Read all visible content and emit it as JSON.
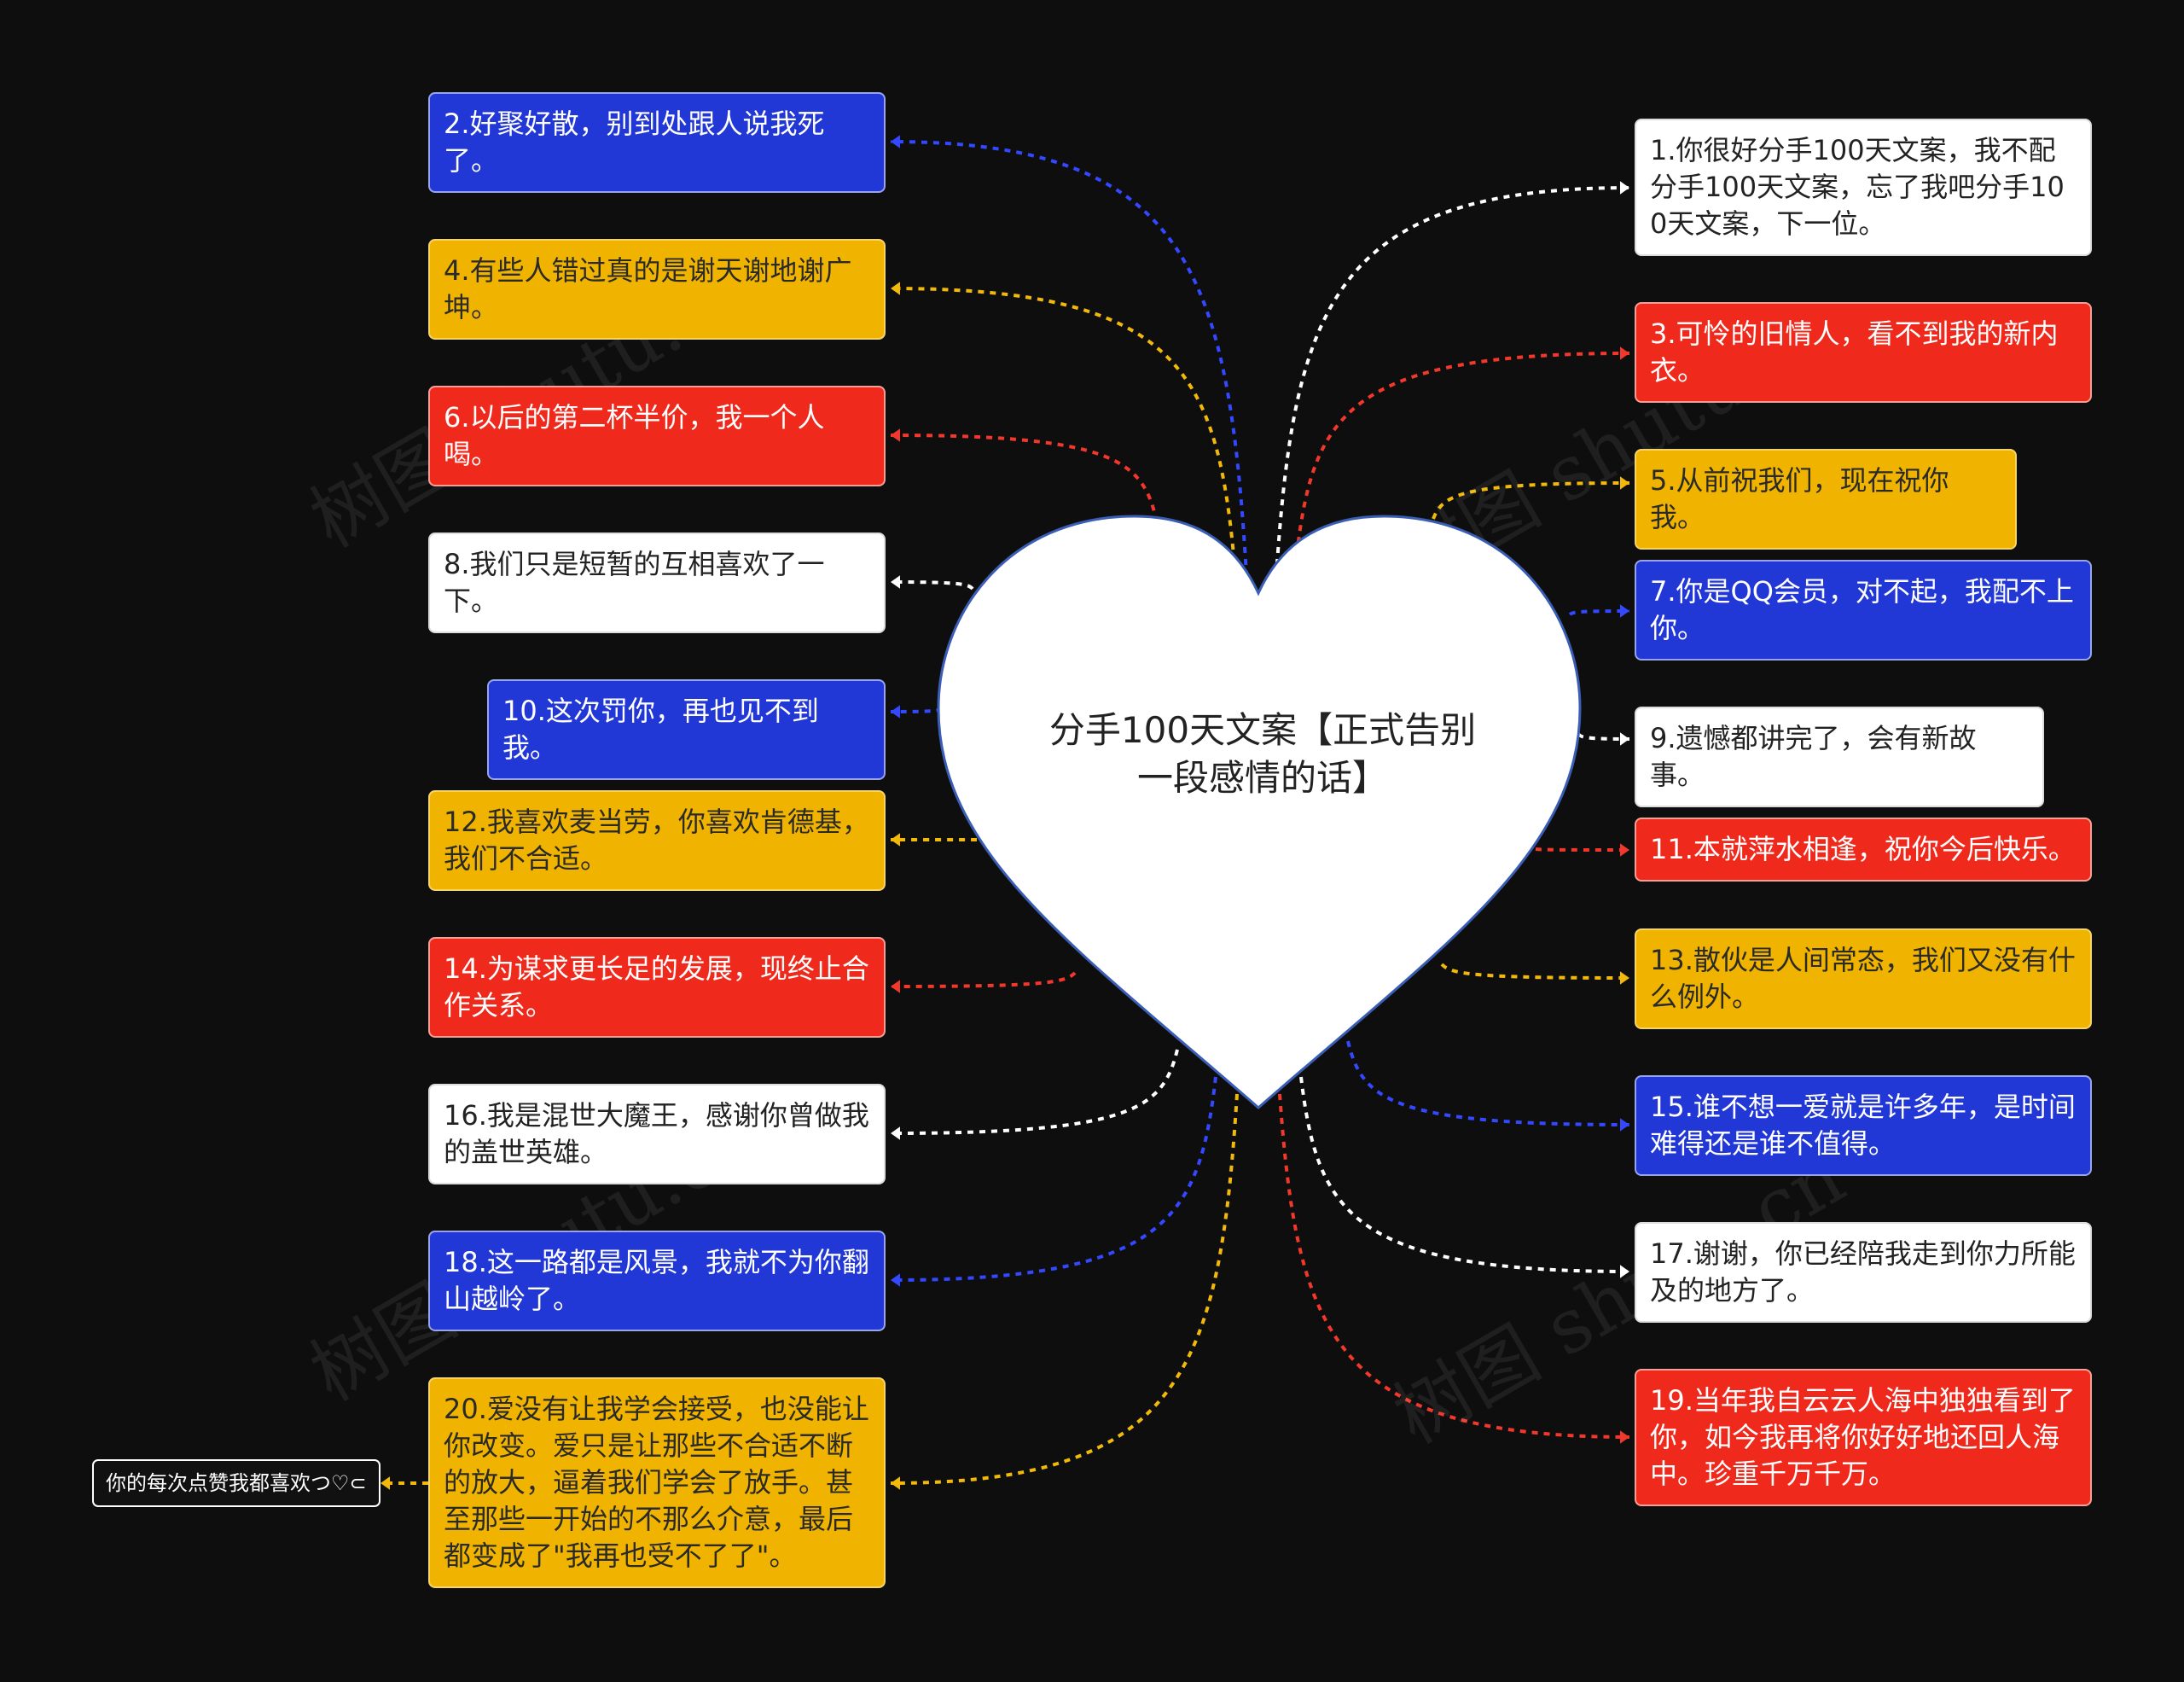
{
  "colors": {
    "background": "#0e0e0e",
    "blue": "#2137d6",
    "yellow": "#f0b400",
    "red": "#ef2a1c",
    "white": "#ffffff",
    "heart_fill": "#ffffff",
    "heart_stroke": "#3a5eb5"
  },
  "watermark": "树图 shutu.cn",
  "center": {
    "title": "分手100天文案【正式告别一段感情的话】",
    "shape": "heart"
  },
  "left_nodes": [
    {
      "id": 2,
      "text": "2.好聚好散，别到处跟人说我死了。",
      "color": "blue"
    },
    {
      "id": 4,
      "text": "4.有些人错过真的是谢天谢地谢广坤。",
      "color": "yellow"
    },
    {
      "id": 6,
      "text": "6.以后的第二杯半价，我一个人喝。",
      "color": "red"
    },
    {
      "id": 8,
      "text": "8.我们只是短暂的互相喜欢了一下。",
      "color": "white"
    },
    {
      "id": 10,
      "text": "10.这次罚你，再也见不到我。",
      "color": "blue"
    },
    {
      "id": 12,
      "text": "12.我喜欢麦当劳，你喜欢肯德基，我们不合适。",
      "color": "yellow"
    },
    {
      "id": 14,
      "text": "14.为谋求更长足的发展，现终止合作关系。",
      "color": "red"
    },
    {
      "id": 16,
      "text": "16.我是混世大魔王，感谢你曾做我的盖世英雄。",
      "color": "white"
    },
    {
      "id": 18,
      "text": "18.这一路都是风景，我就不为你翻山越岭了。",
      "color": "blue"
    },
    {
      "id": 20,
      "text": "20.爱没有让我学会接受，也没能让你改变。爱只是让那些不合适不断的放大，逼着我们学会了放手。甚至那些一开始的不那么介意，最后都变成了\"我再也受不了了\"。",
      "color": "yellow"
    }
  ],
  "right_nodes": [
    {
      "id": 1,
      "text": "1.你很好分手100天文案，我不配分手100天文案，忘了我吧分手100天文案，下一位。",
      "color": "white"
    },
    {
      "id": 3,
      "text": "3.可怜的旧情人，看不到我的新内衣。",
      "color": "red"
    },
    {
      "id": 5,
      "text": "5.从前祝我们，现在祝你我。",
      "color": "yellow"
    },
    {
      "id": 7,
      "text": "7.你是QQ会员，对不起，我配不上你。",
      "color": "blue"
    },
    {
      "id": 9,
      "text": "9.遗憾都讲完了，会有新故事。",
      "color": "white"
    },
    {
      "id": 11,
      "text": "11.本就萍水相逢，祝你今后快乐。",
      "color": "red"
    },
    {
      "id": 13,
      "text": "13.散伙是人间常态，我们又没有什么例外。",
      "color": "yellow"
    },
    {
      "id": 15,
      "text": "15.谁不想一爱就是许多年，是时间难得还是谁不值得。",
      "color": "blue"
    },
    {
      "id": 17,
      "text": "17.谢谢，你已经陪我走到你力所能及的地方了。",
      "color": "white"
    },
    {
      "id": 19,
      "text": "19.当年我自云云人海中独独看到了你，如今我再将你好好地还回人海中。珍重千万千万。",
      "color": "red"
    }
  ],
  "footer_note": "你的每次点赞我都喜欢つ♡⊂"
}
